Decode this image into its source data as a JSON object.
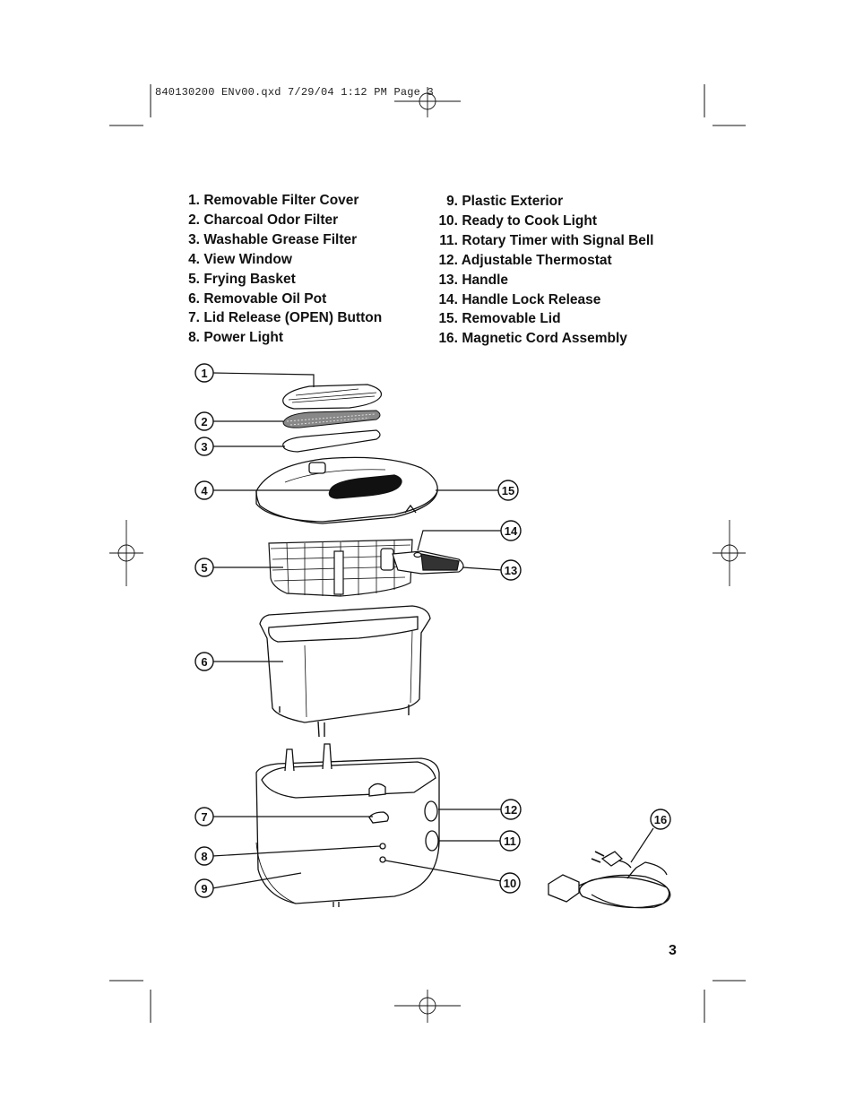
{
  "slug": "840130200 ENv00.qxd  7/29/04  1:12 PM  Page 3",
  "parts_left": [
    {
      "num": "1.",
      "label": "Removable Filter Cover"
    },
    {
      "num": "2.",
      "label": "Charcoal Odor Filter"
    },
    {
      "num": "3.",
      "label": "Washable Grease Filter"
    },
    {
      "num": "4.",
      "label": "View Window"
    },
    {
      "num": "5.",
      "label": "Frying Basket"
    },
    {
      "num": "6.",
      "label": "Removable Oil Pot"
    },
    {
      "num": "7.",
      "label": "Lid Release (OPEN) Button"
    },
    {
      "num": "8.",
      "label": "Power Light"
    }
  ],
  "parts_right": [
    {
      "num": "9.",
      "label": "Plastic Exterior"
    },
    {
      "num": "10.",
      "label": "Ready to Cook Light"
    },
    {
      "num": "11.",
      "label": "Rotary Timer with Signal Bell"
    },
    {
      "num": "12.",
      "label": "Adjustable Thermostat"
    },
    {
      "num": "13.",
      "label": "Handle"
    },
    {
      "num": "14.",
      "label": "Handle Lock Release"
    },
    {
      "num": "15.",
      "label": "Removable Lid"
    },
    {
      "num": "16.",
      "label": "Magnetic Cord Assembly"
    }
  ],
  "callouts": [
    "1",
    "2",
    "3",
    "4",
    "5",
    "6",
    "7",
    "8",
    "9",
    "10",
    "11",
    "12",
    "13",
    "14",
    "15",
    "16"
  ],
  "page_number": "3"
}
